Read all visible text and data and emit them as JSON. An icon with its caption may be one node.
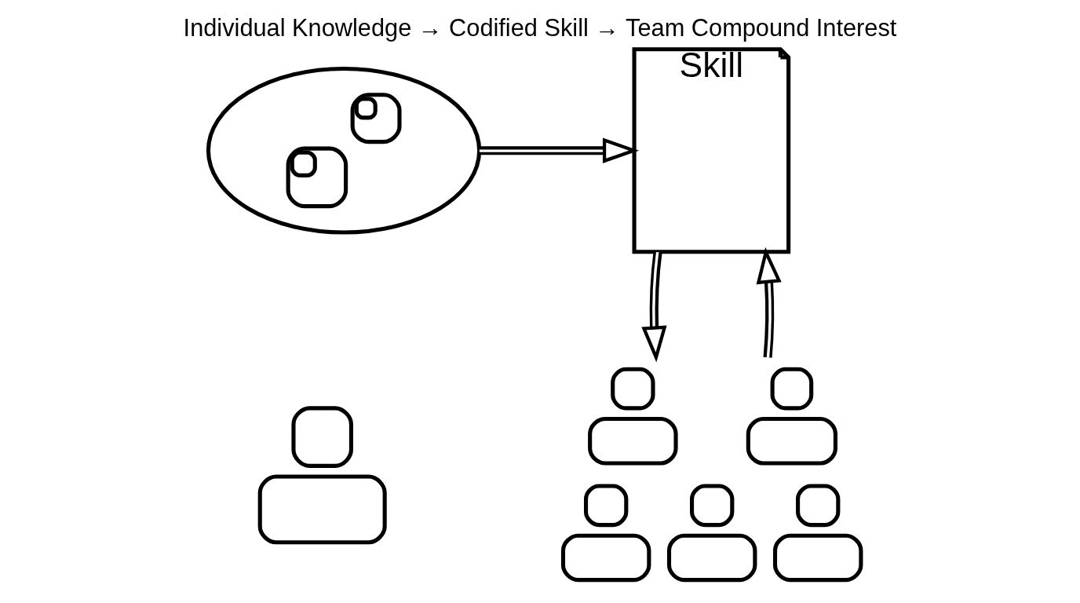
{
  "diagram": {
    "title": "Individual Knowledge → Codified Skill → Team Compound Interest",
    "nodes": [
      {
        "text": [],
        "shape": "person"
      },
      {
        "text": [],
        "shape": "cloud"
      },
      {
        "text": [
          "Skill"
        ]
      },
      {
        "text": [],
        "shape": "person"
      }
    ],
    "edges": [
      {
        "from": 1,
        "to": 2,
        "arrow": "to"
      },
      {
        "from": 2,
        "to": 3,
        "arrow": "to"
      },
      {
        "from": 3,
        "to": 2,
        "arrow": "to"
      }
    ]
  }
}
